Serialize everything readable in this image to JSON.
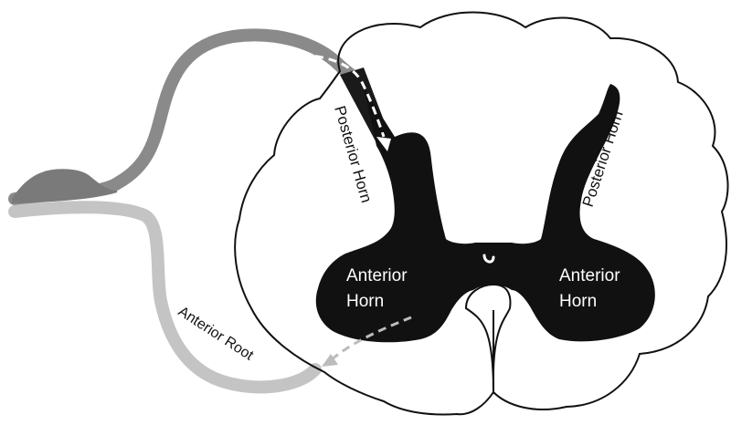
{
  "labels": {
    "posterior_horn_left": "Posterior Horn",
    "posterior_horn_right": "Posterior Horn",
    "anterior_horn_left_line1": "Anterior",
    "anterior_horn_left_line2": "Horn",
    "anterior_horn_right_line1": "Anterior",
    "anterior_horn_right_line2": "Horn",
    "anterior_root": "Anterior Root"
  },
  "colors": {
    "outline": "#111111",
    "gray_matter": "#111111",
    "posterior_root": "#8a8a8a",
    "anterior_root": "#c4c4c4",
    "arrow_white": "#ffffff",
    "arrow_gray": "#bcbcbc",
    "background": "#ffffff"
  }
}
